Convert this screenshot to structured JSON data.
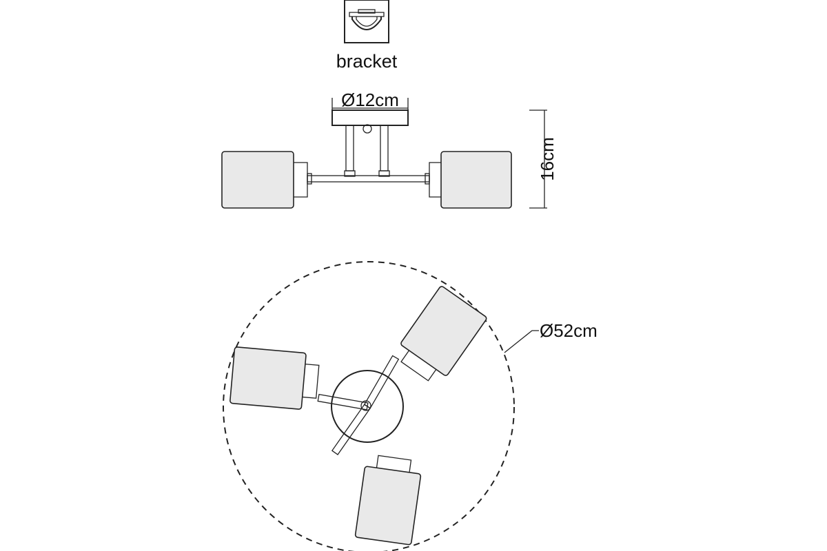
{
  "labels": {
    "bracket": "bracket",
    "canopy_diameter": "Ø12cm",
    "height": "16cm",
    "span_diameter": "Ø52cm"
  }
}
